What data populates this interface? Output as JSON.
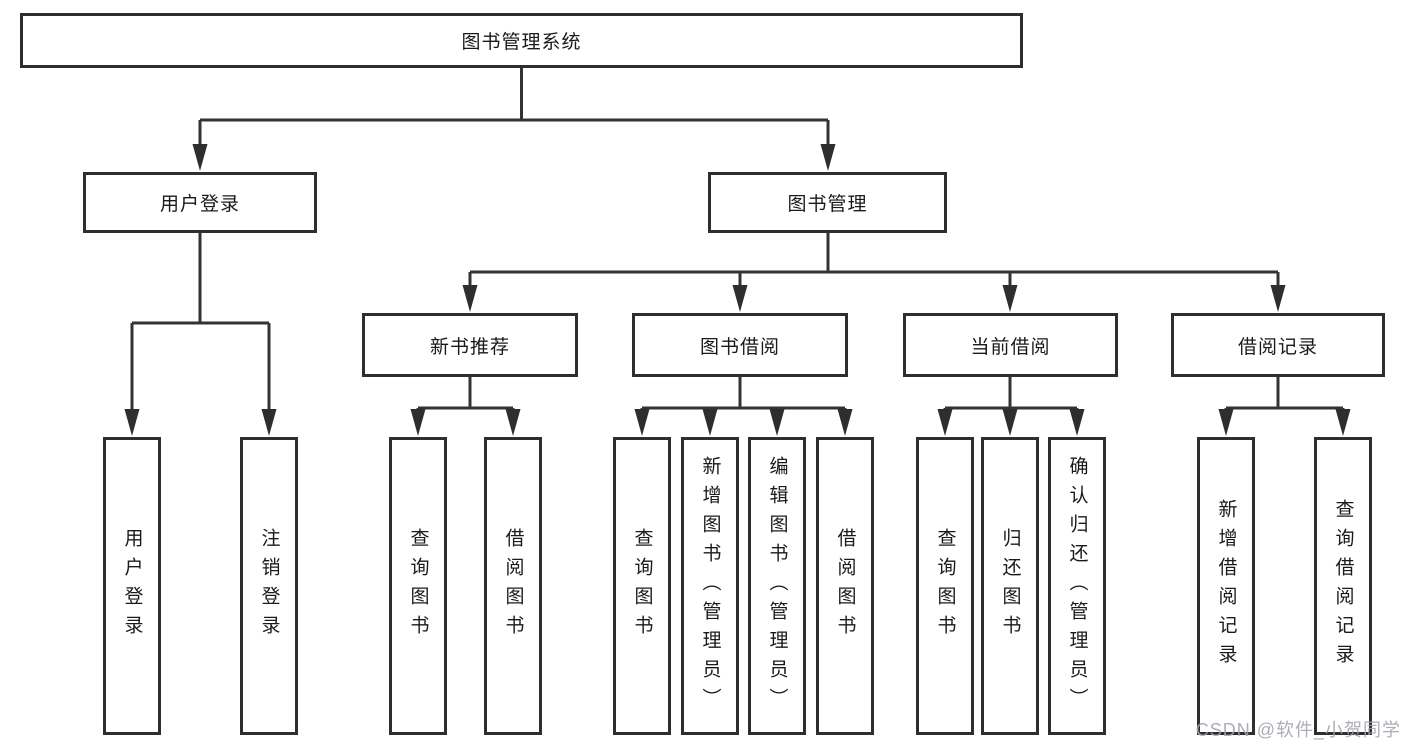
{
  "diagram_title": "图书管理系统",
  "tree": {
    "label": "图书管理系统",
    "children": [
      {
        "label": "用户登录",
        "children": [
          {
            "label": "用户登录"
          },
          {
            "label": "注销登录"
          }
        ]
      },
      {
        "label": "图书管理",
        "children": [
          {
            "label": "新书推荐",
            "children": [
              {
                "label": "查询图书"
              },
              {
                "label": "借阅图书"
              }
            ]
          },
          {
            "label": "图书借阅",
            "children": [
              {
                "label": "查询图书"
              },
              {
                "label": "新增图书（管理员）"
              },
              {
                "label": "编辑图书（管理员）"
              },
              {
                "label": "借阅图书"
              }
            ]
          },
          {
            "label": "当前借阅",
            "children": [
              {
                "label": "查询图书"
              },
              {
                "label": "归还图书"
              },
              {
                "label": "确认归还（管理员）"
              }
            ]
          },
          {
            "label": "借阅记录",
            "children": [
              {
                "label": "新增借阅记录"
              },
              {
                "label": "查询借阅记录"
              }
            ]
          }
        ]
      }
    ]
  },
  "watermark": "CSDN @软件_小贺同学",
  "colors": {
    "line": "#333333",
    "box_border": "#2e2e2e",
    "box_background": "#ffffff",
    "text": "#1a1a1a",
    "watermark": "#a4a4ae",
    "background": "#ffffff"
  }
}
